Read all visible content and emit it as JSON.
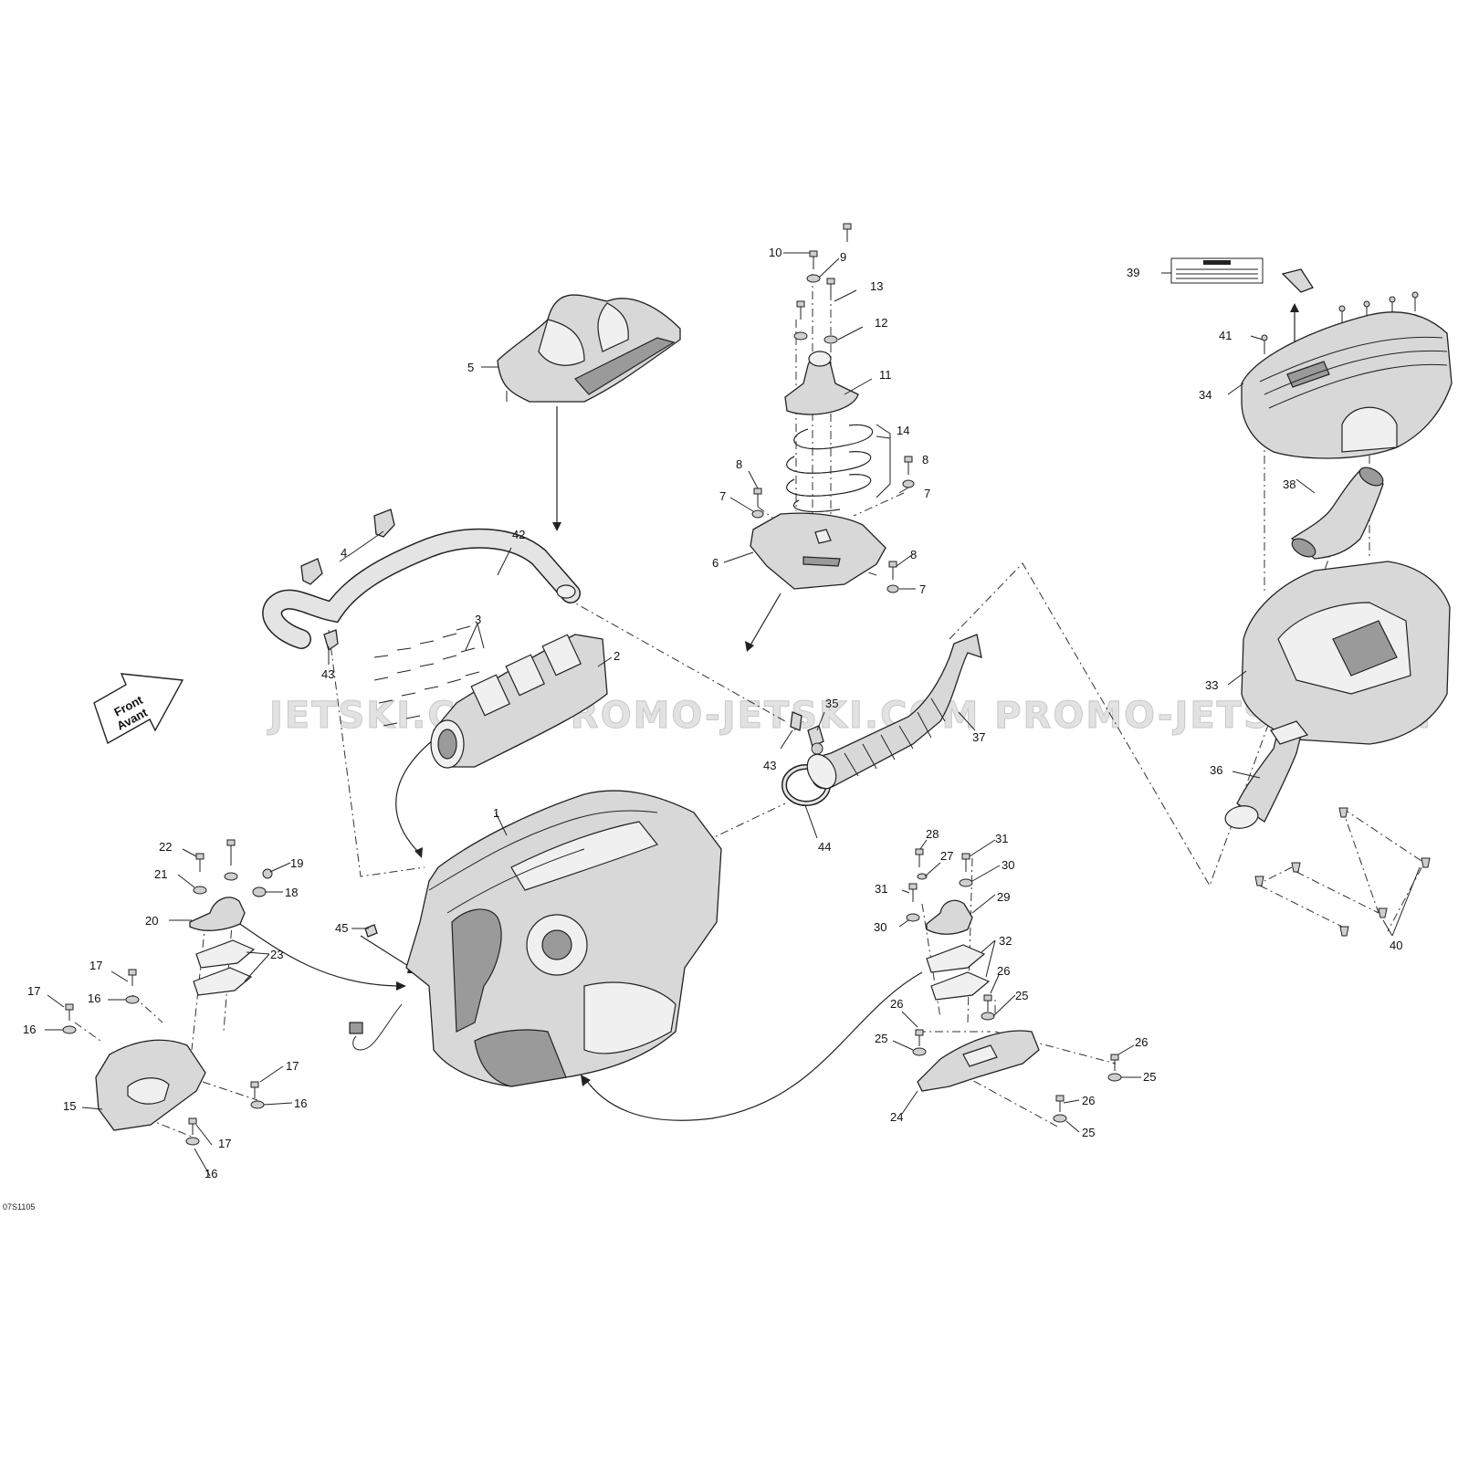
{
  "watermark": "JETSKI.COM PROMO-JETSKI.COM PROMO-JETSKI.COM",
  "reference_code": "07S1105",
  "front_sign": {
    "line1": "Front",
    "line2": "Avant"
  },
  "callouts": {
    "c1": "1",
    "c2": "2",
    "c3": "3",
    "c4": "4",
    "c5": "5",
    "c6": "6",
    "c7a": "7",
    "c7b": "7",
    "c7c": "7",
    "c8a": "8",
    "c8b": "8",
    "c8c": "8",
    "c9": "9",
    "c10": "10",
    "c11": "11",
    "c12": "12",
    "c13": "13",
    "c14": "14",
    "c15": "15",
    "c16a": "16",
    "c16b": "16",
    "c16c": "16",
    "c16d": "16",
    "c17a": "17",
    "c17b": "17",
    "c17c": "17",
    "c17d": "17",
    "c18": "18",
    "c19": "19",
    "c20": "20",
    "c21": "21",
    "c22": "22",
    "c23": "23",
    "c24": "24",
    "c25a": "25",
    "c25b": "25",
    "c25c": "25",
    "c25d": "25",
    "c26a": "26",
    "c26b": "26",
    "c26c": "26",
    "c26d": "26",
    "c27": "27",
    "c28": "28",
    "c29": "29",
    "c30a": "30",
    "c30b": "30",
    "c31a": "31",
    "c31b": "31",
    "c32": "32",
    "c33": "33",
    "c34": "34",
    "c35": "35",
    "c36": "36",
    "c37": "37",
    "c38": "38",
    "c39": "39",
    "c40": "40",
    "c41": "41",
    "c42": "42",
    "c43a": "43",
    "c43b": "43",
    "c44": "44",
    "c45": "45"
  }
}
